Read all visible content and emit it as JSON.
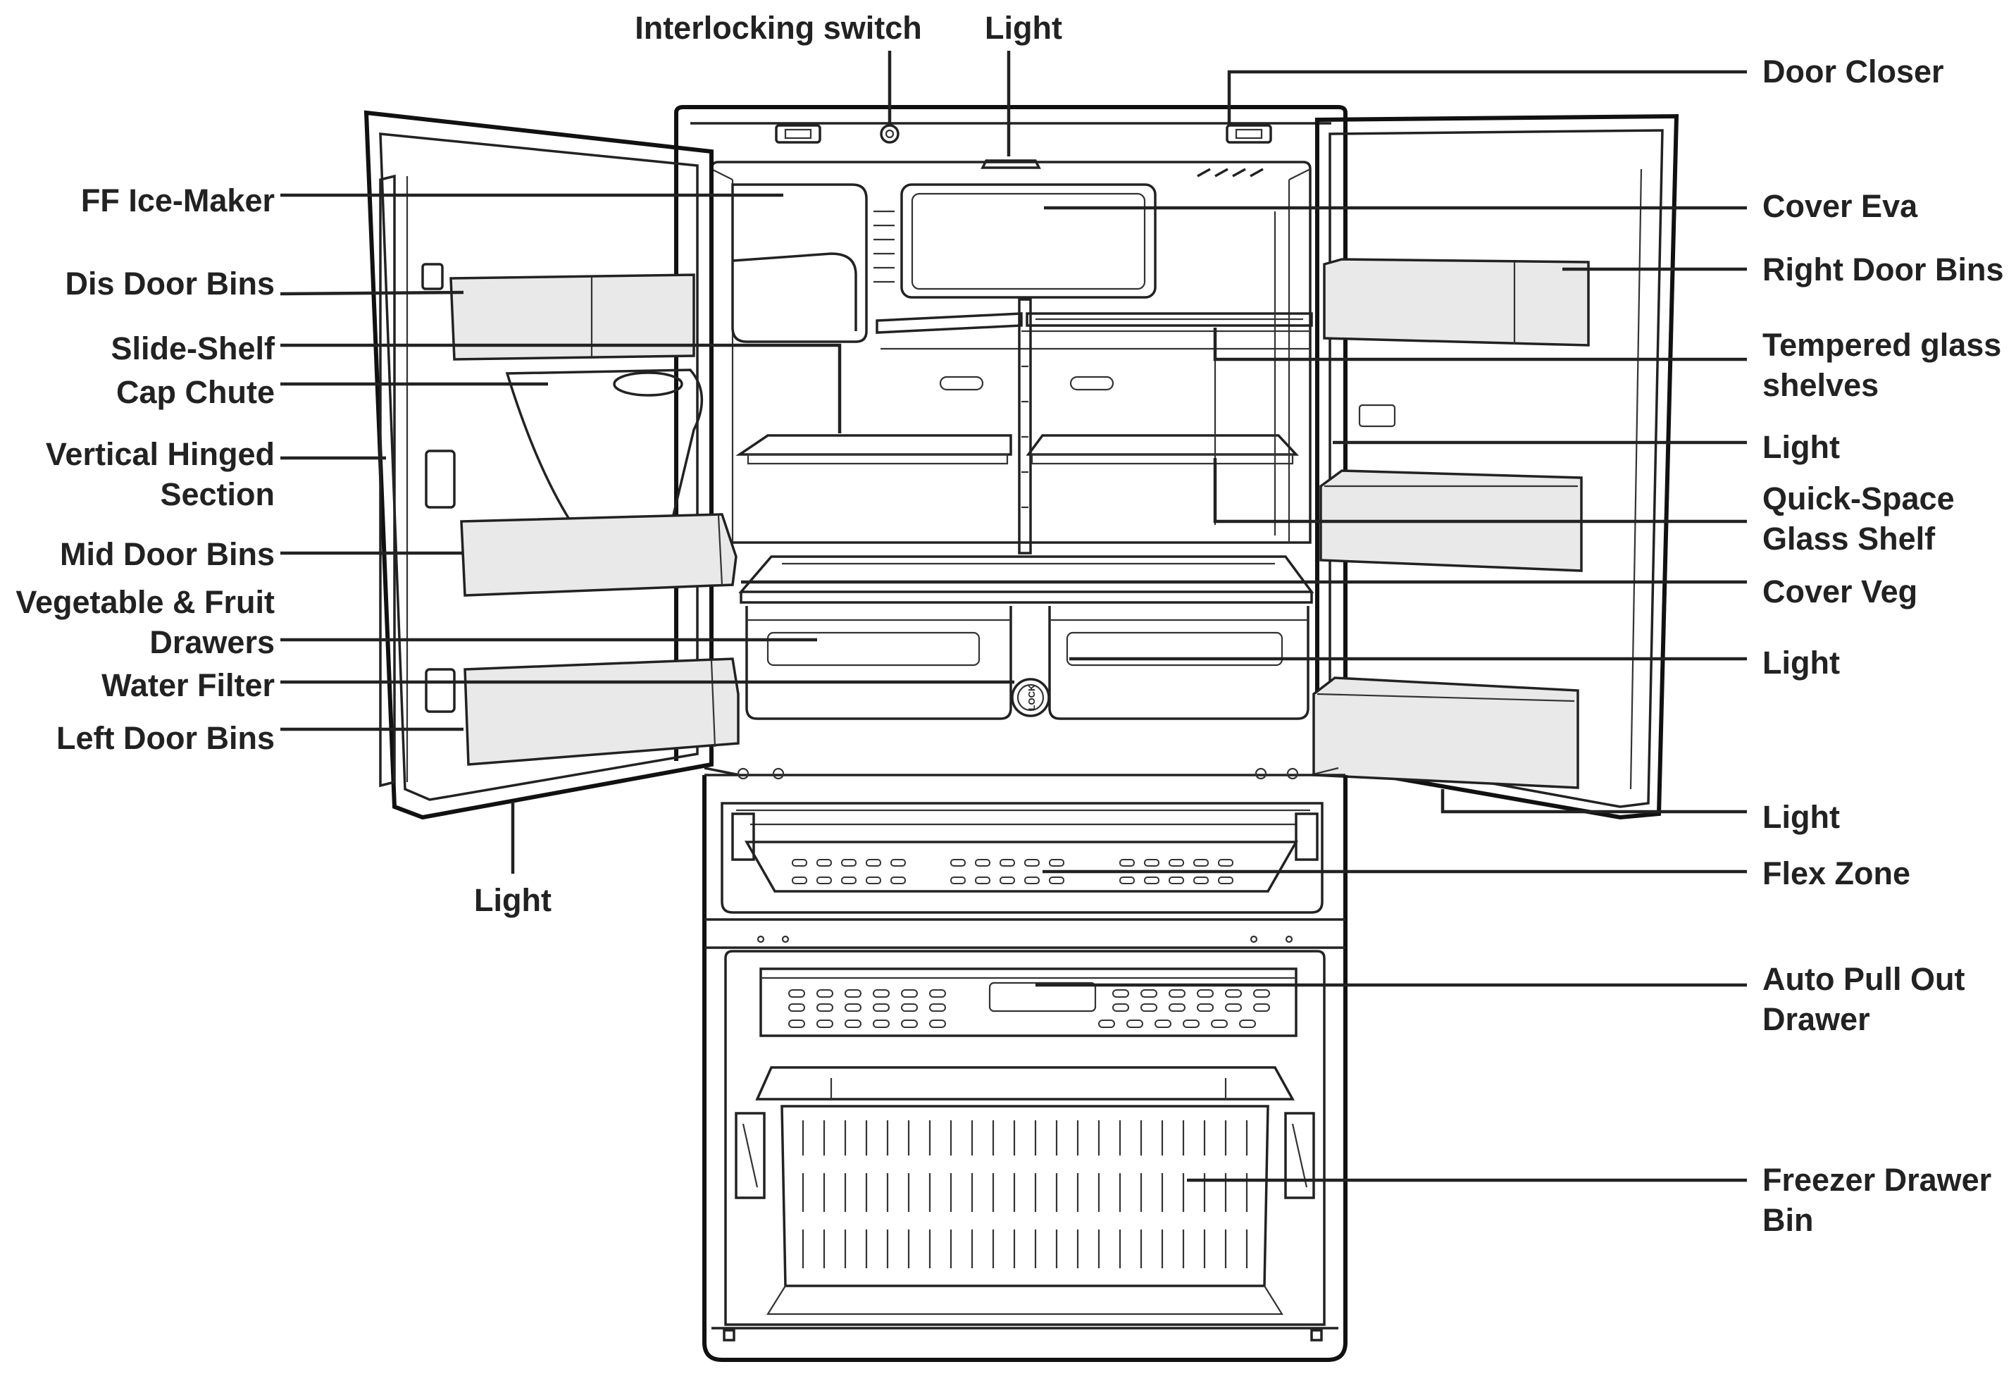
{
  "labels": {
    "interlocking_switch": "Interlocking switch",
    "light_top": "Light",
    "door_closer": "Door Closer",
    "ff_ice_maker": "FF Ice-Maker",
    "cover_eva": "Cover Eva",
    "dis_door_bins": "Dis Door Bins",
    "right_door_bins": "Right Door Bins",
    "slide_shelf": "Slide-Shelf",
    "cap_chute": "Cap Chute",
    "tempered_glass_1": "Tempered glass",
    "tempered_glass_2": "shelves",
    "vertical_hinged_1": "Vertical Hinged",
    "vertical_hinged_2": "Section",
    "light_right_upper": "Light",
    "mid_door_bins": "Mid Door Bins",
    "quick_space_1": "Quick-Space",
    "quick_space_2": "Glass Shelf",
    "vegetable_1": "Vegetable & Fruit",
    "vegetable_2": "Drawers",
    "cover_veg": "Cover Veg",
    "water_filter": "Water Filter",
    "light_right_mid": "Light",
    "left_door_bins": "Left Door Bins",
    "light_right_lower": "Light",
    "light_bottom_left": "Light",
    "flex_zone": "Flex Zone",
    "auto_pull_1": "Auto Pull Out",
    "auto_pull_2": "Drawer",
    "freezer_bin_1": "Freezer Drawer",
    "freezer_bin_2": "Bin"
  },
  "filter_cap_text": "LOCK"
}
